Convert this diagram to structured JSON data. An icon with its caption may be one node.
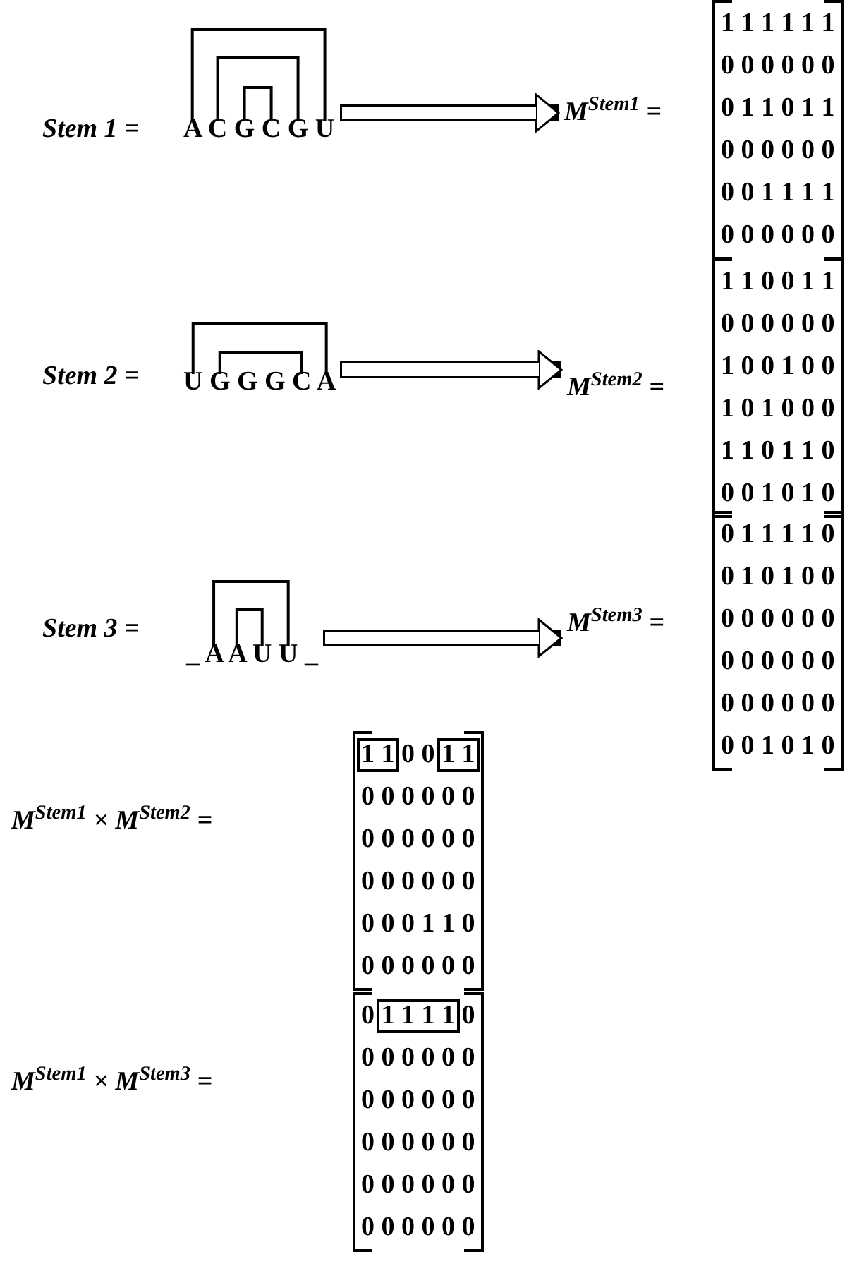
{
  "diagram": {
    "nodes": [
      {
        "text": [
          "Stem 1 =",
          "A C G C G U"
        ]
      },
      {
        "text": [
          "M$^{Stem1}$ =",
          "1 1 1 1 1 1",
          "0 0 0 0 0 0",
          "0 1 1 0 1 1",
          "0 0 0 0 0 0",
          "0 0 1 1 1 1",
          "0 0 0 0 0 0"
        ]
      },
      {
        "text": [
          "Stem 2 =",
          "U G G G C A"
        ]
      },
      {
        "text": [
          "M$^{Stem2}$ =",
          "1 1 0 0 1 1",
          "0 0 0 0 0 0",
          "1 0 0 1 0 0",
          "1 0 1 0 0 0",
          "1 1 0 1 1 0",
          "0 0 1 0 1 0"
        ]
      },
      {
        "text": [
          "Stem 3 =",
          "_ A A U U _"
        ]
      },
      {
        "text": [
          "M$^{Stem3}$ =",
          "0 1 1 1 1 0",
          "0 1 0 1 0 0",
          "0 0 0 0 0 0",
          "0 0 0 0 0 0",
          "0 0 0 0 0 0",
          "0 0 1 0 1 0"
        ]
      },
      {
        "text": [
          "M$^{Stem1}$ × M$^{Stem2}$ =",
          "1 1 0 0 1 1",
          "0 0 0 0 0 0",
          "0 0 0 0 0 0",
          "0 0 0 0 0 0",
          "0 0 0 1 1 0",
          "0 0 0 0 0 0"
        ]
      },
      {
        "text": [
          "M$^{Stem1}$ × M$^{Stem3}$ =",
          "0 1 1 1 1 0",
          "0 0 0 0 0 0",
          "0 0 0 0 0 0",
          "0 0 0 0 0 0",
          "0 0 0 0 0 0",
          "0 0 0 0 0 0"
        ]
      }
    ],
    "edges": [
      {
        "from": 0,
        "to": 1,
        "arrow": "to"
      },
      {
        "from": 2,
        "to": 3,
        "arrow": "to"
      },
      {
        "from": 4,
        "to": 5,
        "arrow": "to"
      }
    ]
  }
}
